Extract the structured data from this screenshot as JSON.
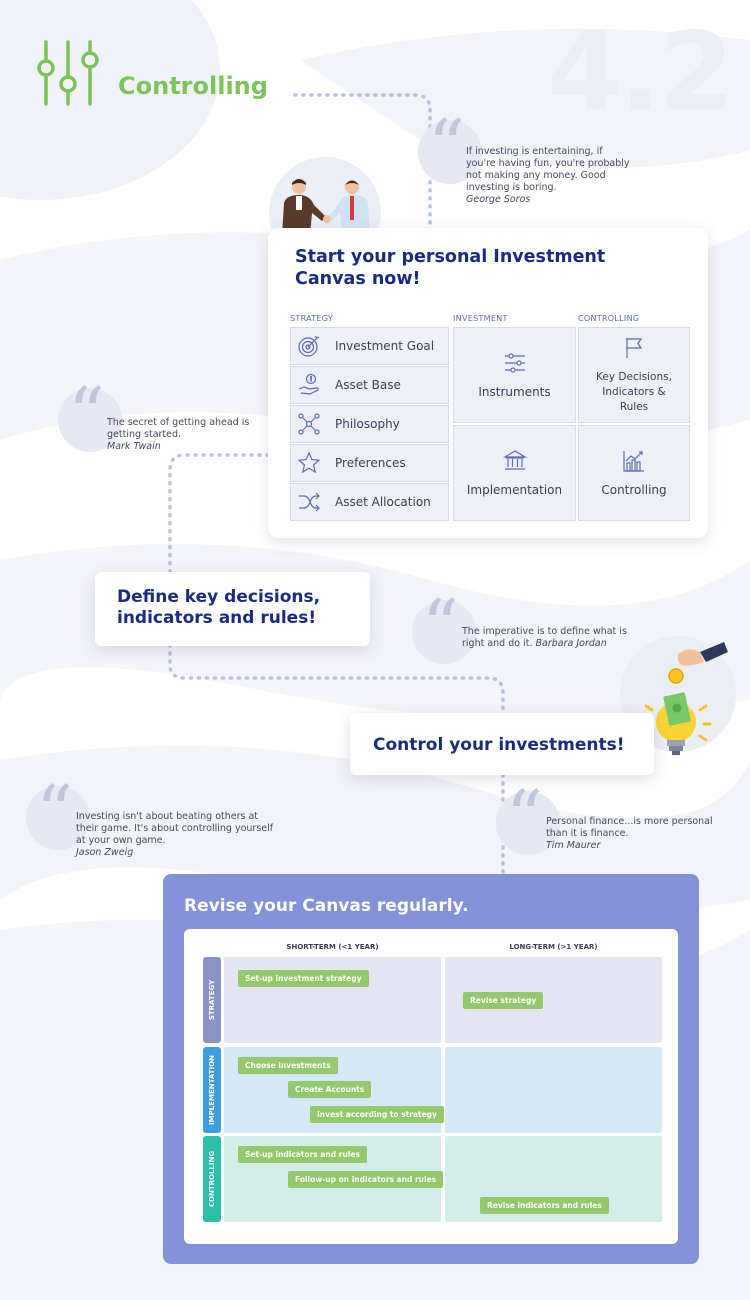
{
  "header": {
    "title": "Controlling",
    "section_number": "4.2"
  },
  "quotes": [
    {
      "text": "If investing is entertaining, if you're having fun, you're probably not making any money. Good investing is boring.",
      "author": "George Soros"
    },
    {
      "text": "The secret of getting ahead is getting started.",
      "author": "Mark Twain"
    },
    {
      "text": "The imperative is to define what is right and do it.",
      "author": "Barbara Jordan"
    },
    {
      "text": "Investing isn't about beating others at their game. It's about controlling yourself at your own game.",
      "author": "Jason Zweig"
    },
    {
      "text": "Personal finance...is more personal than it is finance.",
      "author": "Tim Maurer"
    }
  ],
  "canvas_card": {
    "title": "Start your personal Investment Canvas now!",
    "columns": [
      "STRATEGY",
      "INVESTMENT",
      "CONTROLLING"
    ],
    "strategy_items": [
      {
        "label": "Investment Goal",
        "icon": "target-icon"
      },
      {
        "label": "Asset Base",
        "icon": "hand-coin-icon"
      },
      {
        "label": "Philosophy",
        "icon": "network-icon"
      },
      {
        "label": "Preferences",
        "icon": "star-icon"
      },
      {
        "label": "Asset Allocation",
        "icon": "shuffle-icon"
      }
    ],
    "investment_items": [
      {
        "label": "Instruments",
        "icon": "sliders-icon"
      },
      {
        "label": "Implementation",
        "icon": "bank-icon"
      }
    ],
    "controlling_items": [
      {
        "label": "Key Decisions, Indicators & Rules",
        "icon": "flag-icon"
      },
      {
        "label": "Controlling",
        "icon": "chart-icon"
      }
    ]
  },
  "steps": {
    "define": "Define key decisions, indicators and rules!",
    "control": "Control your investments!"
  },
  "revise": {
    "title": "Revise your Canvas regularly.",
    "columns": [
      "SHORT-TERM (<1 YEAR)",
      "LONG-TERM (>1 YEAR)"
    ],
    "rows": [
      {
        "label": "STRATEGY",
        "color": "#8a93c6",
        "short_term": [
          "Set-up investment strategy"
        ],
        "long_term": [
          "Revise strategy"
        ]
      },
      {
        "label": "IMPLEMENTATION",
        "color": "#3f9ee0",
        "short_term": [
          "Choose investments",
          "Create Accounts",
          "Invest according to strategy"
        ],
        "long_term": []
      },
      {
        "label": "CONTROLLING",
        "color": "#2cbfa8",
        "short_term": [
          "Set-up indicators and rules",
          "Follow-up on indicators and rules"
        ],
        "long_term": [
          "Revise indicators and rules"
        ]
      }
    ]
  },
  "colors": {
    "accent_green": "#7cc35a",
    "title_navy": "#1b2b82",
    "panel_purple": "#8392d6",
    "tag_green": "#93c96c"
  }
}
